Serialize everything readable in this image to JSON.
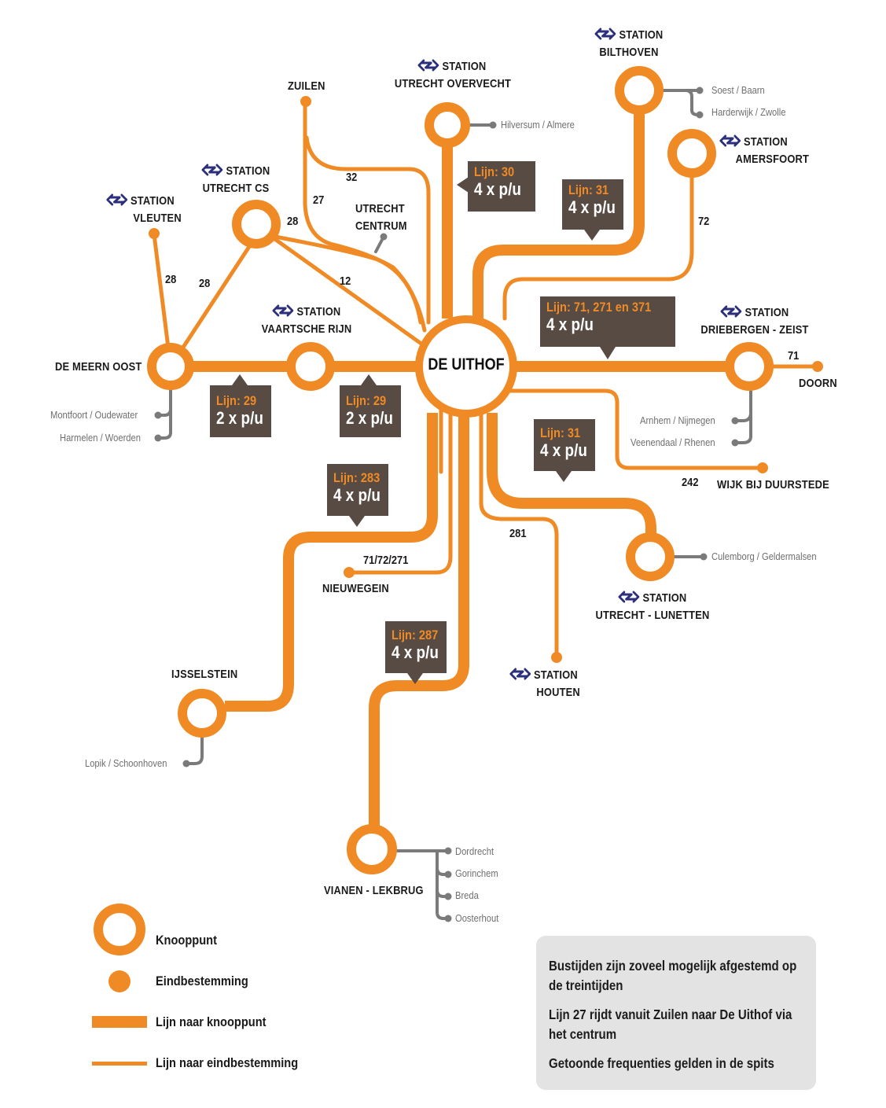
{
  "title": "Busverbindingen De Uithof",
  "colors": {
    "orange": "#f08a24",
    "label_box": "#574b43",
    "connector_gray": "#7a7a7a",
    "ns_blue": "#2b2f7c",
    "notes_bg": "#e3e3e3"
  },
  "hub": {
    "label": "DE UITHOF"
  },
  "station_prefix": "STATION",
  "stations": {
    "overvecht": {
      "line1": "STATION",
      "line2": "UTRECHT OVERVECHT",
      "ns": true
    },
    "bilthoven": {
      "line1": "STATION",
      "line2": "BILTHOVEN",
      "ns": true
    },
    "amersfoort": {
      "line1": "STATION",
      "line2": "AMERSFOORT",
      "ns": true
    },
    "utrecht_cs": {
      "line1": "STATION",
      "line2": "UTRECHT CS",
      "ns": true
    },
    "vleuten": {
      "line1": "STATION",
      "line2": "VLEUTEN",
      "ns": true
    },
    "vaartsche_rijn": {
      "line1": "STATION",
      "line2": "VAARTSCHE RIJN",
      "ns": true
    },
    "driebergen": {
      "line1": "STATION",
      "line2": "DRIEBERGEN - ZEIST",
      "ns": true
    },
    "lunetten": {
      "line1": "STATION",
      "line2": "UTRECHT - LUNETTEN",
      "ns": true
    },
    "houten": {
      "line1": "STATION",
      "line2": "HOUTEN",
      "ns": true
    }
  },
  "places": {
    "zuilen": "ZUILEN",
    "utrecht_centrum_1": "UTRECHT",
    "utrecht_centrum_2": "CENTRUM",
    "de_meern_oost": "DE MEERN OOST",
    "doorn": "DOORN",
    "wijk_bij_duurstede": "WIJK BIJ DUURSTEDE",
    "nieuwegein": "NIEUWEGEIN",
    "ijsselstein": "IJSSELSTEIN",
    "vianen": "VIANEN - LEKBRUG"
  },
  "connections": {
    "overvecht": [
      "Hilversum / Almere"
    ],
    "bilthoven": [
      "Soest / Baarn",
      "Harderwijk / Zwolle"
    ],
    "de_meern_oost": [
      "Montfoort / Oudewater",
      "Harmelen / Woerden"
    ],
    "driebergen": [
      "Arnhem / Nijmegen",
      "Veenendaal / Rhenen"
    ],
    "lunetten": [
      "Culemborg / Geldermalsen"
    ],
    "ijsselstein": [
      "Lopik / Schoonhoven"
    ],
    "vianen": [
      "Dordrecht",
      "Gorinchem",
      "Breda",
      "Oosterhout"
    ]
  },
  "line_numbers": {
    "zuilen_32": "32",
    "zuilen_27": "27",
    "cs_28_top": "28",
    "cs_12": "12",
    "vleuten_28": "28",
    "cs_meern_28": "28",
    "amersfoort_72": "72",
    "doorn_71": "71",
    "wijk_242": "242",
    "houten_281": "281",
    "nieuwegein_71_72_271": "71/72/271"
  },
  "frequency_boxes": [
    {
      "id": "l30",
      "line": "Lijn: 30",
      "freq": "4 x p/u"
    },
    {
      "id": "l31_north",
      "line": "Lijn: 31",
      "freq": "4 x p/u"
    },
    {
      "id": "l71",
      "line": "Lijn: 71, 271 en 371",
      "freq": "4 x p/u"
    },
    {
      "id": "l29_west",
      "line": "Lijn: 29",
      "freq": "2 x p/u"
    },
    {
      "id": "l29_east",
      "line": "Lijn: 29",
      "freq": "2 x p/u"
    },
    {
      "id": "l31_south",
      "line": "Lijn: 31",
      "freq": "4 x p/u"
    },
    {
      "id": "l283",
      "line": "Lijn: 283",
      "freq": "4 x p/u"
    },
    {
      "id": "l287",
      "line": "Lijn: 287",
      "freq": "4 x p/u"
    }
  ],
  "legend": [
    {
      "symbol": "knooppunt-ring",
      "label": "Knooppunt"
    },
    {
      "symbol": "eindbestemming-dot",
      "label": "Eindbestemming"
    },
    {
      "symbol": "thick-line",
      "label": "Lijn naar knooppunt"
    },
    {
      "symbol": "thin-line",
      "label": "Lijn naar eindbestemming"
    }
  ],
  "notes": [
    "Bustijden zijn zoveel mogelijk afgestemd op de treintijden",
    "Lijn 27 rijdt vanuit Zuilen naar De Uithof via het centrum",
    "Getoonde frequenties gelden in de spits"
  ]
}
